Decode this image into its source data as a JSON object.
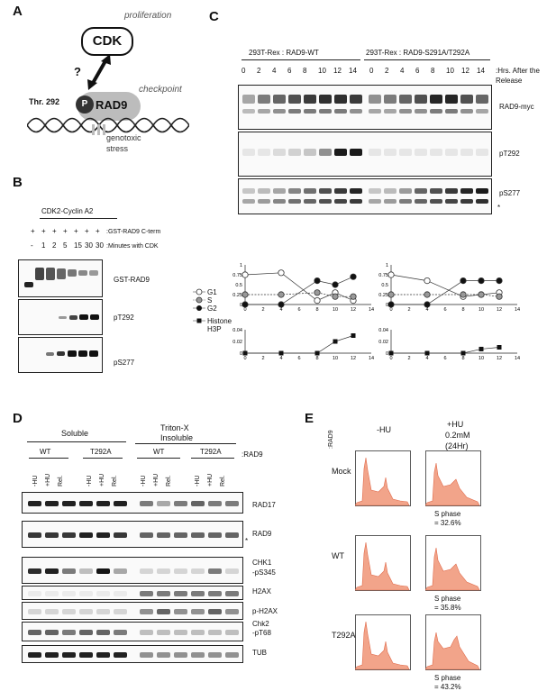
{
  "panel_A": {
    "label": "A",
    "cdk": "CDK",
    "proliferation": "proliferation",
    "question": "?",
    "thr": "Thr. 292",
    "p": "P",
    "rad9": "RAD9",
    "checkpoint": "checkpoint",
    "genotoxic": "genotoxic",
    "stress": "stress"
  },
  "panel_B": {
    "label": "B",
    "header": "CDK2-Cyclin A2",
    "row1_label": ":GST-RAD9 C-term",
    "row1_values": [
      "+",
      "+",
      "+",
      "+",
      "+",
      "+",
      "+"
    ],
    "row2_label": ":Minutes with CDK",
    "row2_values": [
      "-",
      "1",
      "2",
      "5",
      "15",
      "30",
      "30"
    ],
    "blots": [
      "GST-RAD9",
      "pT292",
      "pS277"
    ]
  },
  "panel_C": {
    "label": "C",
    "group1": "293T-Rex : RAD9-WT",
    "group2": "293T-Rex : RAD9-S291A/T292A",
    "timepoints": [
      "0",
      "2",
      "4",
      "6",
      "8",
      "10",
      "12",
      "14"
    ],
    "hrs_label1": ":Hrs. After the",
    "hrs_label2": "Release",
    "blots": [
      "RAD9-myc",
      "pT292",
      "pS277"
    ],
    "star": "*",
    "legend": [
      "G1",
      "S",
      "G2",
      "Histone",
      "H3P"
    ],
    "yticks_top": [
      "1",
      "0.75",
      "0.5",
      "0.25",
      "0"
    ],
    "yticks_bot": [
      "0.04",
      "0.02",
      "0"
    ],
    "xticks": [
      "0",
      "2",
      "4",
      "6",
      "8",
      "10",
      "12",
      "14"
    ]
  },
  "chart_data": [
    {
      "type": "line",
      "x": [
        0,
        4,
        8,
        10,
        12
      ],
      "series": [
        {
          "name": "G1",
          "values": [
            0.75,
            0.8,
            0.1,
            0.3,
            0.1
          ]
        },
        {
          "name": "S",
          "values": [
            0.25,
            0.25,
            0.3,
            0.2,
            0.2
          ]
        },
        {
          "name": "G2",
          "values": [
            0.0,
            0.0,
            0.6,
            0.5,
            0.7
          ]
        }
      ],
      "xlim": [
        0,
        14
      ],
      "ylim": [
        0,
        1
      ]
    },
    {
      "type": "line",
      "x": [
        0,
        4,
        8,
        10,
        12
      ],
      "series": [
        {
          "name": "Histone H3P",
          "values": [
            0.0,
            0.0,
            0.0,
            0.02,
            0.03
          ]
        }
      ],
      "xlim": [
        0,
        14
      ],
      "ylim": [
        0,
        0.04
      ]
    },
    {
      "type": "line",
      "x": [
        0,
        4,
        8,
        10,
        12
      ],
      "series": [
        {
          "name": "G1",
          "values": [
            0.75,
            0.6,
            0.2,
            0.25,
            0.3
          ]
        },
        {
          "name": "S",
          "values": [
            0.25,
            0.25,
            0.25,
            0.25,
            0.2
          ]
        },
        {
          "name": "G2",
          "values": [
            0.0,
            0.0,
            0.6,
            0.6,
            0.6
          ]
        }
      ],
      "xlim": [
        0,
        14
      ],
      "ylim": [
        0,
        1
      ]
    },
    {
      "type": "line",
      "x": [
        0,
        4,
        8,
        10,
        12
      ],
      "series": [
        {
          "name": "Histone H3P",
          "values": [
            0.0,
            0.0,
            0.0,
            0.007,
            0.01
          ]
        }
      ],
      "xlim": [
        0,
        14
      ],
      "ylim": [
        0,
        0.04
      ]
    }
  ],
  "panel_D": {
    "label": "D",
    "soluble": "Soluble",
    "triton1": "Triton-X",
    "triton2": "Insoluble",
    "wt": "WT",
    "t292a": "T292A",
    "rad9_label": ":RAD9",
    "conds": [
      "-HU",
      "+HU",
      "Rel."
    ],
    "blots": [
      "RAD17",
      "RAD9",
      "CHK1",
      "-pS345",
      "H2AX",
      "p-H2AX",
      "Chk2",
      "-pT68",
      "TUB"
    ],
    "star": "*"
  },
  "panel_E": {
    "label": "E",
    "rad9_vert": ":RAD9",
    "col1": "-HU",
    "col2a": "+HU",
    "col2b": "0.2mM",
    "col2c": "(24Hr)",
    "rows": [
      "Mock",
      "WT",
      "T292A"
    ],
    "sphase_label": "S phase",
    "sphase_values": [
      "= 32.6%",
      "= 35.8%",
      "= 43.2%"
    ]
  }
}
